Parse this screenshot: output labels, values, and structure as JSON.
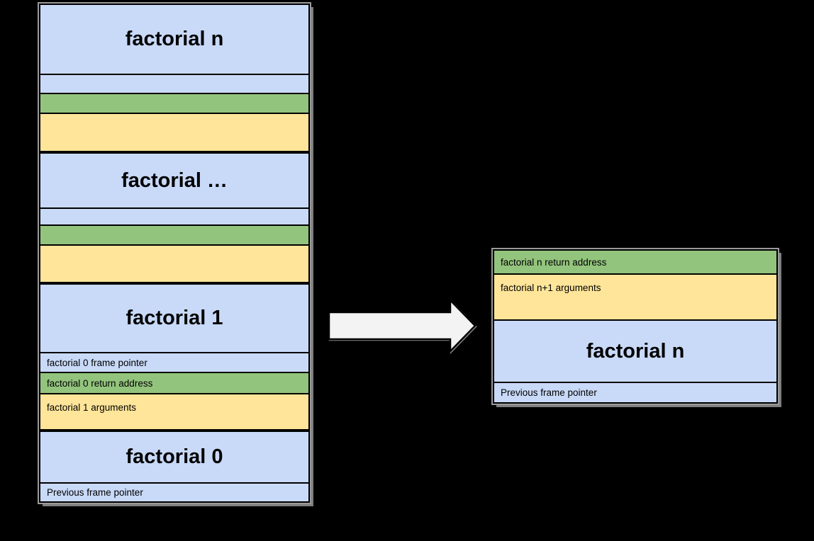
{
  "canvas": {
    "background": "#000000"
  },
  "palette": {
    "frame_blue": "#c9daf8",
    "return_address_green": "#93c47d",
    "arguments_yellow": "#ffe599",
    "cell_border": "#000000",
    "box_outline_gray": "#9a9a9a",
    "box_shadow_gray": "#7f7f7f",
    "arrow_fill": "#f3f3f3",
    "text": "#000000"
  },
  "left_stack": {
    "description": "recursive-call-stack",
    "rows": [
      {
        "label": "factorial n",
        "color": "blue",
        "style": "title",
        "height": 97,
        "frame_start": false,
        "valign": "center"
      },
      {
        "label": "",
        "color": "blue",
        "style": "empty",
        "height": 25,
        "frame_start": false,
        "valign": "center"
      },
      {
        "label": "",
        "color": "green",
        "style": "empty",
        "height": 26,
        "frame_start": false,
        "valign": "center"
      },
      {
        "label": "",
        "color": "yellow",
        "style": "empty",
        "height": 52,
        "frame_start": false,
        "valign": "center"
      },
      {
        "label": "factorial …",
        "color": "blue",
        "style": "title",
        "height": 76,
        "frame_start": true,
        "valign": "center"
      },
      {
        "label": "",
        "color": "blue",
        "style": "empty",
        "height": 22,
        "frame_start": false,
        "valign": "center"
      },
      {
        "label": "",
        "color": "green",
        "style": "empty",
        "height": 26,
        "frame_start": false,
        "valign": "center"
      },
      {
        "label": "",
        "color": "yellow",
        "style": "empty",
        "height": 51,
        "frame_start": false,
        "valign": "center"
      },
      {
        "label": "factorial 1",
        "color": "blue",
        "style": "title",
        "height": 95,
        "frame_start": true,
        "valign": "center"
      },
      {
        "label": "factorial 0 frame pointer",
        "color": "blue",
        "style": "small",
        "height": 26,
        "frame_start": false,
        "valign": "center"
      },
      {
        "label": "factorial 0 return address",
        "color": "green",
        "style": "small",
        "height": 28,
        "frame_start": false,
        "valign": "center"
      },
      {
        "label": "factorial 1 arguments",
        "color": "yellow",
        "style": "small",
        "height": 49,
        "frame_start": false,
        "valign": "top"
      },
      {
        "label": "factorial 0",
        "color": "blue",
        "style": "title",
        "height": 71,
        "frame_start": true,
        "valign": "center"
      },
      {
        "label": "Previous frame pointer",
        "color": "blue",
        "style": "small",
        "height": 25,
        "frame_start": false,
        "valign": "center"
      }
    ]
  },
  "arrow": {
    "description": "transforms-into",
    "direction": "right"
  },
  "right_stack": {
    "description": "optimized-single-frame",
    "rows": [
      {
        "label": "factorial n return address",
        "color": "green",
        "style": "small",
        "height": 32,
        "frame_start": false,
        "valign": "center"
      },
      {
        "label": "factorial n+1 arguments",
        "color": "yellow",
        "style": "small",
        "height": 63,
        "frame_start": false,
        "valign": "top"
      },
      {
        "label": "factorial n",
        "color": "blue",
        "style": "title",
        "height": 86,
        "frame_start": false,
        "valign": "center"
      },
      {
        "label": "Previous frame pointer",
        "color": "blue",
        "style": "small",
        "height": 27,
        "frame_start": false,
        "valign": "center"
      }
    ]
  }
}
